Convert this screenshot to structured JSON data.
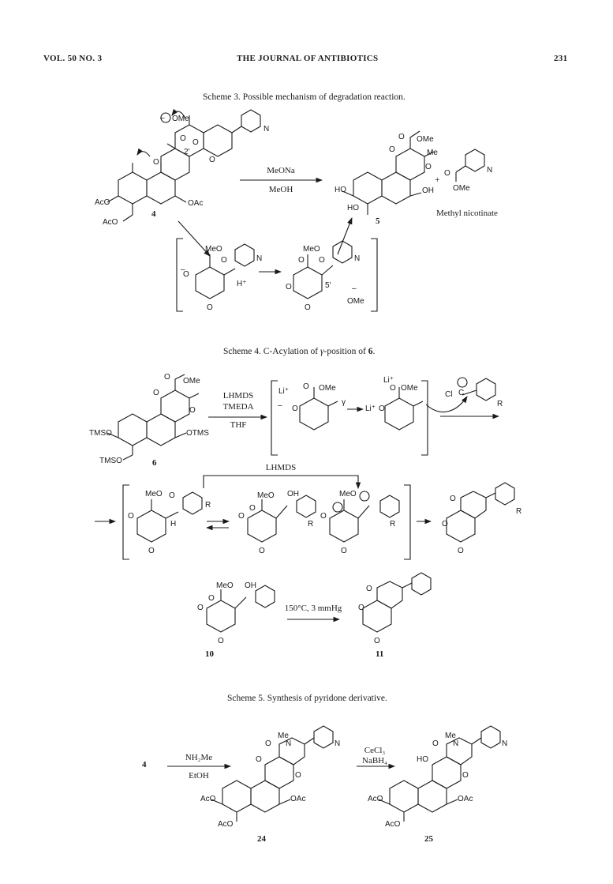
{
  "header": {
    "volume": "VOL. 50 NO. 3",
    "journal": "THE JOURNAL OF ANTIBIOTICS",
    "page": "231"
  },
  "scheme3": {
    "caption": "Scheme 3.   Possible mechanism of degradation reaction.",
    "reagent_top": "MeONa",
    "reagent_bottom": "MeOH",
    "compound_start": "4",
    "compound_product": "5",
    "plus": "+",
    "byproduct_name": "Methyl nicotinate",
    "atom_labels": {
      "ome_minus": "OMe",
      "o": "O",
      "two_prime": "2'",
      "n": "N",
      "aco": "AcO",
      "oac": "OAc",
      "ho": "HO",
      "oh": "OH",
      "me": "Me",
      "meo": "MeO",
      "h_plus": "H⁺",
      "five_prime": "5'",
      "ome": "OMe"
    }
  },
  "scheme4": {
    "caption_prefix": "Scheme 4.   C-Acylation of ",
    "caption_italic": "γ",
    "caption_mid": "-position of ",
    "caption_bold": "6",
    "caption_end": ".",
    "reagent_1": "LHMDS",
    "reagent_2": "TMEDA",
    "reagent_3": "THF",
    "lhmds_bridge": "LHMDS",
    "compound_start": "6",
    "compound_10": "10",
    "compound_11": "11",
    "pyrolysis": "150°C, 3 mmHg",
    "atom_labels": {
      "tmso": "TMSO",
      "otms": "OTMS",
      "li_plus": "Li⁺",
      "gamma": "γ",
      "cl": "Cl",
      "r": "R",
      "h": "H",
      "oh": "OH",
      "meo": "MeO",
      "ome": "OMe",
      "o": "O"
    }
  },
  "scheme5": {
    "caption": "Scheme 5.   Synthesis of pyridone derivative.",
    "compound_start": "4",
    "reagent_a_top": "NH₂Me",
    "reagent_a_bottom": "EtOH",
    "reagent_b_top": "CeCl₃",
    "reagent_b_bottom": "NaBH₄",
    "compound_24": "24",
    "compound_25": "25",
    "atom_labels": {
      "me": "Me",
      "n": "N",
      "o": "O",
      "ho": "HO",
      "aco": "AcO",
      "oac": "OAc"
    }
  }
}
